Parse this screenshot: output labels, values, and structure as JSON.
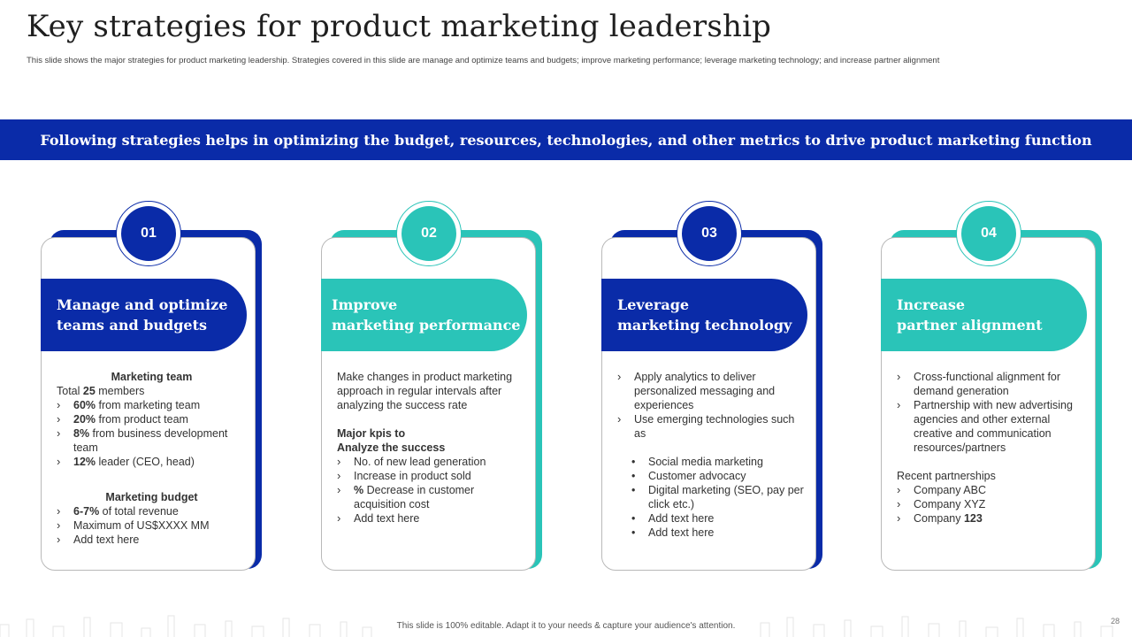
{
  "title": "Key strategies for product marketing leadership",
  "subtitle": "This slide shows the major strategies for product marketing leadership. Strategies covered in this slide are manage and optimize teams and budgets; improve marketing performance; leverage marketing technology; and increase partner alignment",
  "banner": "Following strategies helps in optimizing the budget, resources, technologies, and other metrics to drive product marketing function",
  "colors": {
    "dark_blue": "#0a2ba8",
    "teal": "#2ac4b8"
  },
  "cards": [
    {
      "number": "01",
      "heading": "Manage and optimize\nteams and budgets",
      "team_heading": "Marketing team",
      "team_total_prefix": "Total ",
      "team_total_value": "25",
      "team_total_suffix": " members",
      "team_items": [
        {
          "value": "60%",
          "text": " from marketing team"
        },
        {
          "value": "20%",
          "text": " from product team"
        },
        {
          "value": "8%",
          "text": " from business development team"
        },
        {
          "value": "12%",
          "text": " leader (CEO, head)"
        }
      ],
      "budget_heading": "Marketing budget",
      "budget_items": [
        {
          "value": "6-7%",
          "text": " of total revenue"
        },
        {
          "value": "",
          "text": "Maximum of US$XXXX   MM"
        },
        {
          "value": "",
          "text": "Add text here"
        }
      ]
    },
    {
      "number": "02",
      "heading": "Improve\nmarketing performance",
      "paragraph": "Make changes in product marketing approach in regular intervals after analyzing the success rate",
      "kpi_heading_line1": "Major kpis to",
      "kpi_heading_line2": "Analyze the success",
      "kpi_items": [
        {
          "value": "",
          "text": "No. of new lead generation"
        },
        {
          "value": "",
          "text": "Increase in product sold"
        },
        {
          "value": "%",
          "text": " Decrease in customer acquisition cost"
        },
        {
          "value": "",
          "text": "Add text here"
        }
      ]
    },
    {
      "number": "03",
      "heading": "Leverage\nmarketing technology",
      "items": [
        "Apply analytics to deliver personalized messaging and experiences",
        "Use emerging technologies such as"
      ],
      "sub_items": [
        "Social media marketing",
        "Customer advocacy",
        "Digital marketing (SEO, pay per click etc.)",
        "Add text here",
        "Add text here"
      ]
    },
    {
      "number": "04",
      "heading": "Increase\npartner alignment",
      "items": [
        "Cross-functional alignment for demand generation",
        "Partnership with new advertising agencies and other external creative and communication resources/partners"
      ],
      "recent_heading": "Recent partnerships",
      "partners": [
        {
          "prefix": "Company ",
          "bold": "ABC"
        },
        {
          "prefix": "Company ",
          "bold": "XYZ"
        },
        {
          "prefix": "Company ",
          "bold": "123"
        }
      ]
    }
  ],
  "footer": "This slide is 100% editable. Adapt it to your needs & capture your audience's attention.",
  "page_number": "28",
  "icons": {
    "bullet_arrow": "chevron-right-icon",
    "bullet_dot": "dot-icon"
  }
}
